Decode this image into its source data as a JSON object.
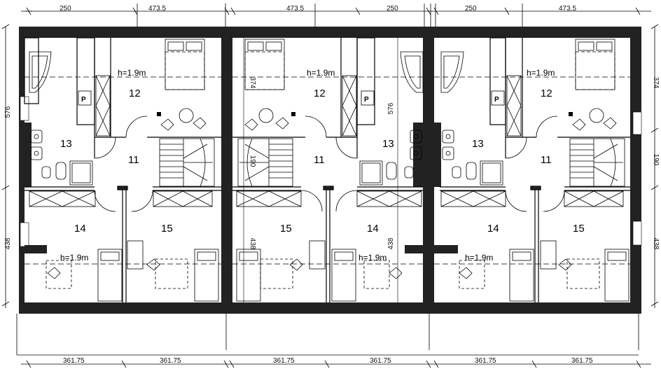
{
  "top_dimensions": [
    "250",
    "473.5",
    "473.5",
    "250",
    "250",
    "473.5"
  ],
  "bottom_dimensions": [
    "361.75",
    "361.75",
    "361.75",
    "361.75",
    "361.75",
    "361.75"
  ],
  "left_dimensions": [
    "576",
    "438"
  ],
  "right_dimensions": [
    "374",
    "190",
    "438"
  ],
  "units": [
    {
      "rooms": {
        "r11": "11",
        "r12": "12",
        "r13": "13",
        "r14": "14",
        "r15": "15"
      },
      "headroom_labels": {
        "bedroom12": "h=1.9m",
        "bedroom14": "h=1.9m"
      },
      "pantry_label": "P",
      "inner_dims": []
    },
    {
      "rooms": {
        "r11": "11",
        "r12": "12",
        "r13": "13",
        "r14": "14",
        "r15": "15"
      },
      "headroom_labels": {
        "bedroom12": "h=1.9m",
        "bedroom14": "h=1.9m"
      },
      "pantry_label": "P",
      "inner_dims": [
        "374",
        "190",
        "438",
        "576",
        "438"
      ]
    },
    {
      "rooms": {
        "r11": "11",
        "r12": "12",
        "r13": "13",
        "r14": "14",
        "r15": "15"
      },
      "headroom_labels": {
        "bedroom12": "h=1.9m",
        "bedroom14": "h=1.9m"
      },
      "pantry_label": "P",
      "inner_dims": []
    }
  ]
}
